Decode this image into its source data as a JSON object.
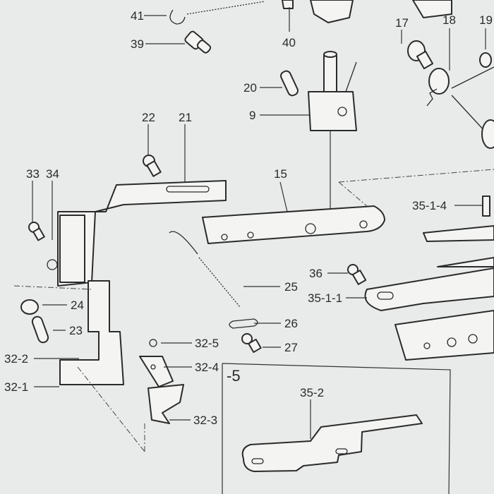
{
  "diagram": {
    "labels": {
      "p41": "41",
      "p39": "39",
      "p40": "40",
      "p17": "17",
      "p18": "18",
      "p19": "19",
      "p20": "20",
      "p9": "9",
      "p22": "22",
      "p21": "21",
      "p33": "33",
      "p34": "34",
      "p15": "15",
      "p35_1_4": "35-1-4",
      "p24": "24",
      "p23": "23",
      "p25": "25",
      "p36": "36",
      "p35_1_1": "35-1-1",
      "p26": "26",
      "p27": "27",
      "p32_5": "32-5",
      "p32_4": "32-4",
      "p32_2": "32-2",
      "p32_1": "32-1",
      "p32_3": "32-3",
      "inset": "-5",
      "p35_2": "35-2"
    }
  }
}
